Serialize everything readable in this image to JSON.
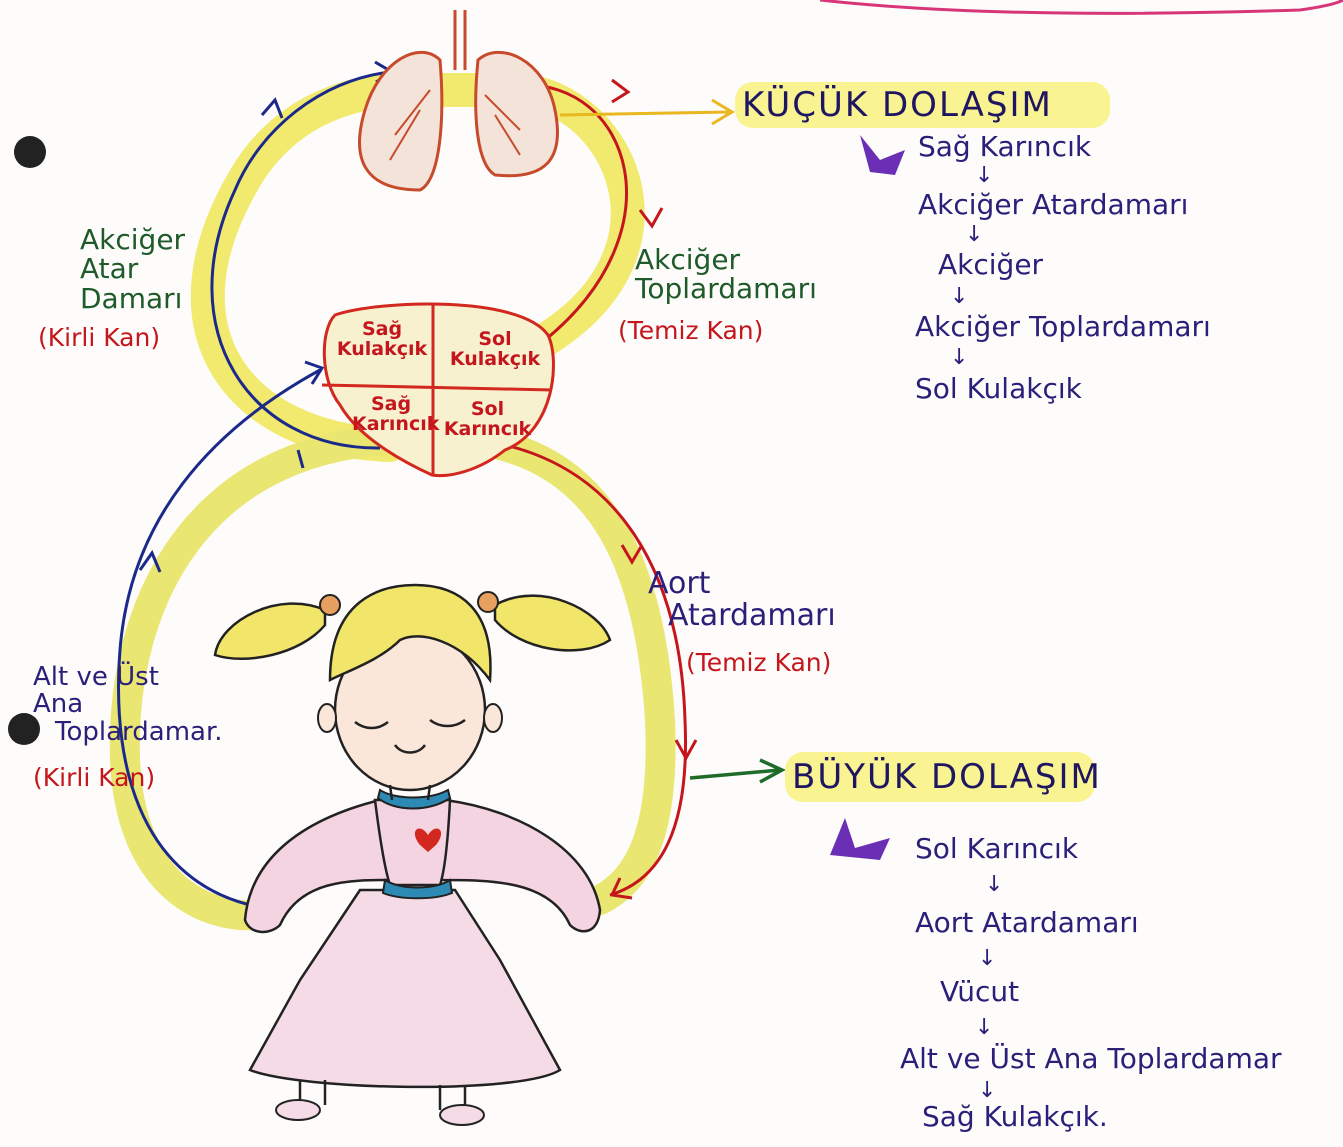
{
  "small_circulation": {
    "title": "KÜÇÜK DOLAŞIM",
    "steps": [
      "Sağ Karıncık",
      "Akciğer Atardamarı",
      "Akciğer",
      "Akciğer Toplardamarı",
      "Sol Kulakçık"
    ]
  },
  "large_circulation": {
    "title": "BÜYÜK DOLAŞIM",
    "steps": [
      "Sol Karıncık",
      "Aort Atardamarı",
      "Vücut",
      "Alt ve Üst Ana Toplardamar",
      "Sağ Kulakçık."
    ]
  },
  "labels": {
    "pulmonary_artery": [
      "Akciğer",
      "Atar",
      "Damarı"
    ],
    "pulmonary_artery_note": "(Kirli Kan)",
    "pulmonary_vein": [
      "Akciğer",
      "Toplardamarı"
    ],
    "pulmonary_vein_note": "(Temiz Kan)",
    "aorta": [
      "Aort",
      "Atardamarı"
    ],
    "aorta_note": "(Temiz Kan)",
    "vena_cava": [
      "Alt ve Üst",
      "Ana",
      "Toplardamar."
    ],
    "vena_cava_note": "(Kirli Kan)"
  },
  "heart": {
    "right_atrium": [
      "Sağ",
      "Kulakçık"
    ],
    "left_atrium": [
      "Sol",
      "Kulakçık"
    ],
    "right_ventricle": [
      "Sağ",
      "Karıncık"
    ],
    "left_ventricle": [
      "Sol",
      "Karıncık"
    ]
  },
  "colors": {
    "vessel_fill": "#f1ea6e",
    "oxygen_poor": "#1b2a8a",
    "oxygen_rich": "#c4161c",
    "heart_red": "#d2281f",
    "text_purple": "#2b1f7a"
  },
  "icons": [
    "lungs-icon",
    "heart-icon",
    "girl-figure-icon",
    "arrow-right-icon",
    "arrow-down-icon"
  ]
}
